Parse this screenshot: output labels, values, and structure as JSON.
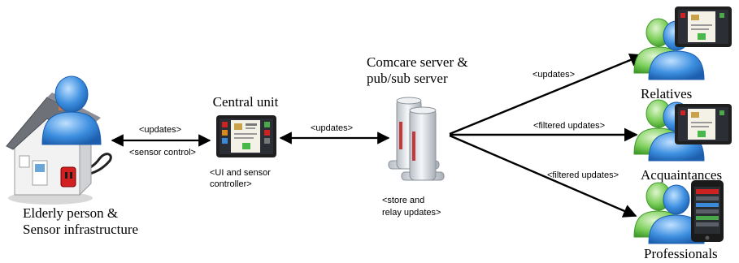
{
  "nodes": {
    "elderly": {
      "line1": "Elderly person &",
      "line2": "Sensor infrastructure"
    },
    "central": {
      "title": "Central unit",
      "caption1": "<UI and sensor",
      "caption2": "controller>"
    },
    "server": {
      "title1": "Comcare server &",
      "title2": "pub/sub server",
      "caption1": "<store and",
      "caption2": "relay updates>"
    },
    "relatives": {
      "label": "Relatives"
    },
    "acquaintances": {
      "label": "Acquaintances"
    },
    "professionals": {
      "label": "Professionals"
    }
  },
  "edges": {
    "house_central_top": "<updates>",
    "house_central_bottom": "<sensor control>",
    "central_server": "<updates>",
    "server_relatives": "<updates>",
    "server_acquaintances": "<filtered updates>",
    "server_professionals": "<filtered updates>"
  },
  "colors": {
    "person_blue": "#3d8fe0",
    "person_green": "#7ccf5a",
    "tablet_body": "#1f1f1f",
    "server_body": "#d9dde2",
    "house_wall": "#f2f2f2",
    "house_roof": "#6e7178",
    "plug_red": "#d22020"
  }
}
